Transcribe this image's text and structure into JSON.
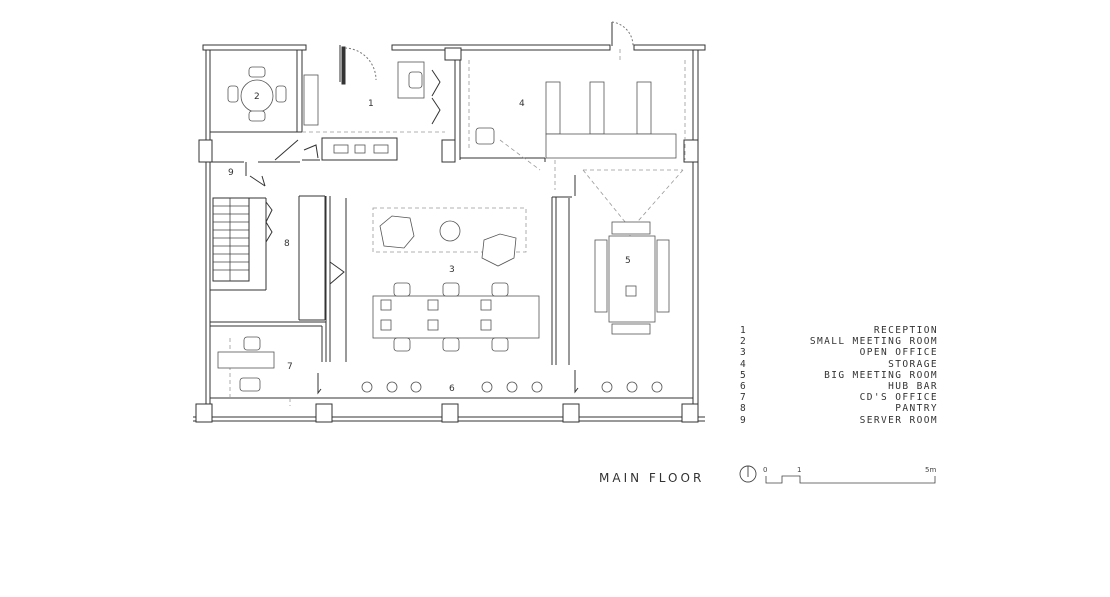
{
  "title": "MAIN FLOOR",
  "rooms": [
    {
      "number": "1",
      "name": "RECEPTION"
    },
    {
      "number": "2",
      "name": "SMALL MEETING ROOM"
    },
    {
      "number": "3",
      "name": "OPEN OFFICE"
    },
    {
      "number": "4",
      "name": "STORAGE"
    },
    {
      "number": "5",
      "name": "BIG MEETING ROOM"
    },
    {
      "number": "6",
      "name": "HUB BAR"
    },
    {
      "number": "7",
      "name": "CD'S OFFICE"
    },
    {
      "number": "8",
      "name": "PANTRY"
    },
    {
      "number": "9",
      "name": "SERVER ROOM"
    }
  ],
  "scale": {
    "ticks": [
      "0",
      "1",
      "5m"
    ]
  },
  "icons": {
    "north": "north-arrow-icon"
  },
  "colors": {
    "line": "#333333",
    "dashed": "#aaaaaa",
    "fill": "#ffffff"
  }
}
